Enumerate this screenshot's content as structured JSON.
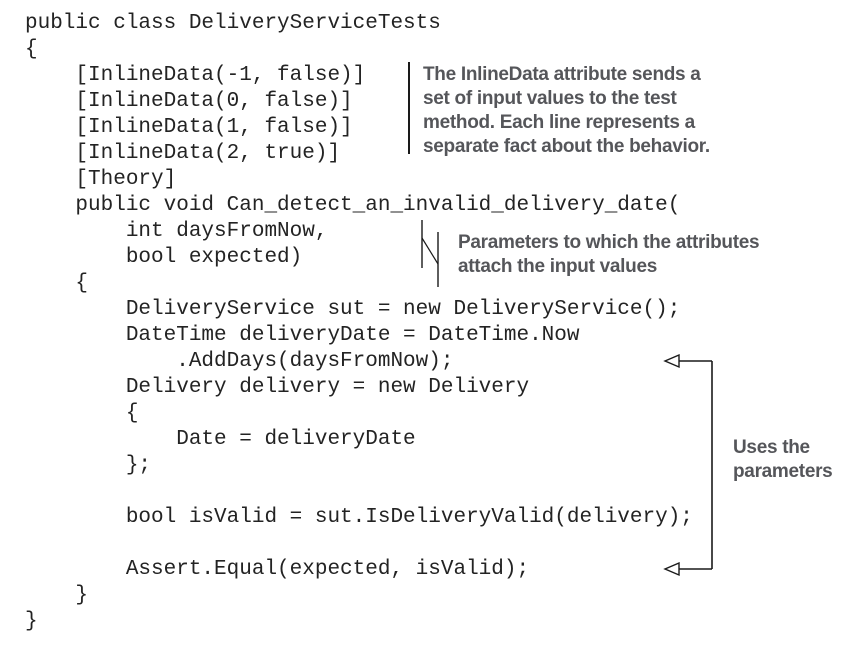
{
  "figure": {
    "kind": "annotated-code-listing",
    "language": "csharp"
  },
  "code": {
    "text": "public class DeliveryServiceTests\n{\n    [InlineData(-1, false)]\n    [InlineData(0, false)]\n    [InlineData(1, false)]\n    [InlineData(2, true)]\n    [Theory]\n    public void Can_detect_an_invalid_delivery_date(\n        int daysFromNow,\n        bool expected)\n    {\n        DeliveryService sut = new DeliveryService();\n        DateTime deliveryDate = DateTime.Now\n            .AddDays(daysFromNow);\n        Delivery delivery = new Delivery\n        {\n            Date = deliveryDate\n        };\n\n        bool isValid = sut.IsDeliveryValid(delivery);\n\n        Assert.Equal(expected, isValid);\n    }\n}"
  },
  "annotations": {
    "inline_data": {
      "text": "The InlineData attribute sends a\nset of input values to the test\nmethod. Each line represents a\nseparate fact about the behavior."
    },
    "parameters": {
      "text": "Parameters to which the attributes\nattach the input values"
    },
    "uses_parameters": {
      "text": "Uses the\nparameters"
    }
  },
  "colors": {
    "code_text": "#232323",
    "annotation_text": "#55565a",
    "line": "#1a1a1a",
    "background": "#ffffff"
  }
}
